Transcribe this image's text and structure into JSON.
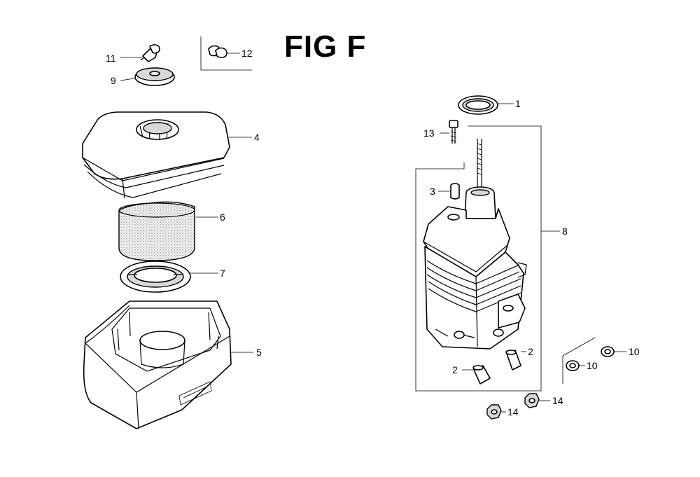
{
  "figure": {
    "title": "FIG F"
  },
  "callouts": [
    {
      "id": "callout-1",
      "label": "1"
    },
    {
      "id": "callout-2a",
      "label": "2"
    },
    {
      "id": "callout-2b",
      "label": "2"
    },
    {
      "id": "callout-3",
      "label": "3"
    },
    {
      "id": "callout-4",
      "label": "4"
    },
    {
      "id": "callout-5",
      "label": "5"
    },
    {
      "id": "callout-6",
      "label": "6"
    },
    {
      "id": "callout-7",
      "label": "7"
    },
    {
      "id": "callout-8",
      "label": "8"
    },
    {
      "id": "callout-9",
      "label": "9"
    },
    {
      "id": "callout-10a",
      "label": "10"
    },
    {
      "id": "callout-10b",
      "label": "10"
    },
    {
      "id": "callout-11",
      "label": "11"
    },
    {
      "id": "callout-12",
      "label": "12"
    },
    {
      "id": "callout-13",
      "label": "13"
    },
    {
      "id": "callout-14a",
      "label": "14"
    },
    {
      "id": "callout-14b",
      "label": "14"
    }
  ]
}
